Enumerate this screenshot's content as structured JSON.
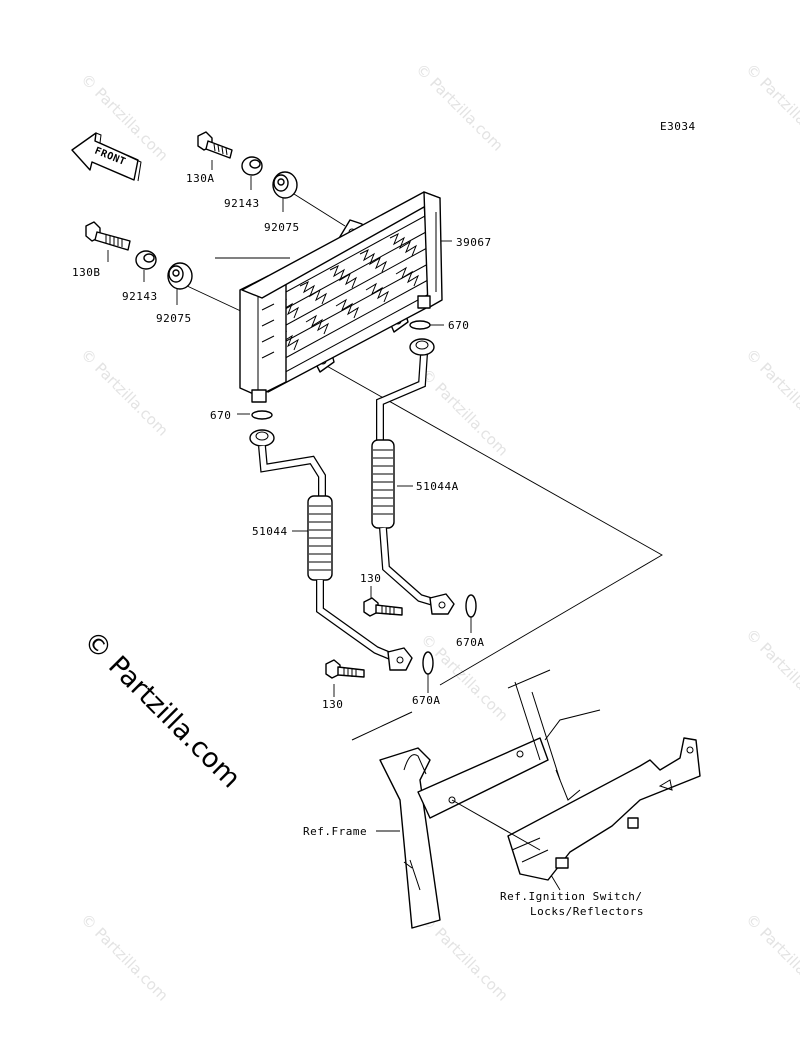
{
  "diagram_code": "E3034",
  "front_arrow_label": "FRONT",
  "watermark_text": "© Partzilla.com",
  "side_watermark_text": "© Partzilla.com",
  "parts": [
    {
      "id": "130A",
      "label": "130A"
    },
    {
      "id": "92143-upper",
      "label": "92143"
    },
    {
      "id": "92075-upper",
      "label": "92075"
    },
    {
      "id": "39067",
      "label": "39067"
    },
    {
      "id": "130B",
      "label": "130B"
    },
    {
      "id": "92143-lower",
      "label": "92143"
    },
    {
      "id": "92075-lower",
      "label": "92075"
    },
    {
      "id": "670-right",
      "label": "670"
    },
    {
      "id": "670-left",
      "label": "670"
    },
    {
      "id": "51044A",
      "label": "51044A"
    },
    {
      "id": "51044",
      "label": "51044"
    },
    {
      "id": "130-upper",
      "label": "130"
    },
    {
      "id": "670A-upper",
      "label": "670A"
    },
    {
      "id": "130-lower",
      "label": "130"
    },
    {
      "id": "670A-lower",
      "label": "670A"
    }
  ],
  "references": {
    "frame": "Ref.Frame",
    "ignition_line1": "Ref.Ignition Switch/",
    "ignition_line2": "Locks/Reflectors"
  }
}
